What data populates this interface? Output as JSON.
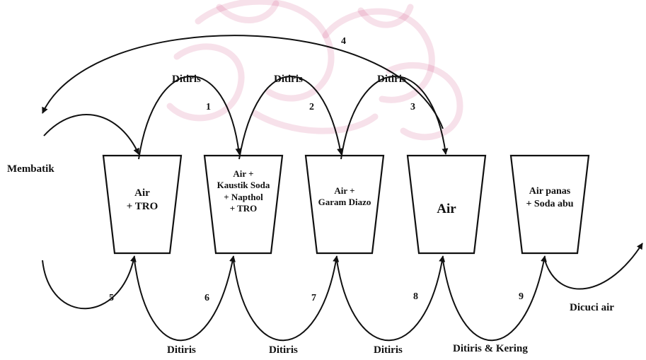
{
  "diagram": {
    "colors": {
      "line": "#111111",
      "watermark": "#c2185b"
    },
    "baths": [
      {
        "id": "bath-1",
        "lines": [
          "Air",
          "+ TRO"
        ]
      },
      {
        "id": "bath-2",
        "lines": [
          "Air +",
          "Kaustik Soda",
          "+ Napthol",
          "+ TRO"
        ]
      },
      {
        "id": "bath-3",
        "lines": [
          "Air +",
          "Garam Diazo"
        ]
      },
      {
        "id": "bath-4",
        "lines": [
          "Air"
        ]
      },
      {
        "id": "bath-5",
        "lines": [
          "Air panas",
          "+ Soda abu"
        ]
      }
    ],
    "step_numbers": [
      "1",
      "2",
      "3",
      "4",
      "5",
      "6",
      "7",
      "8",
      "9"
    ],
    "top_labels": [
      "Ditiris",
      "Ditiris",
      "Ditiris"
    ],
    "bottom_labels": [
      "Ditiris",
      "Ditiris",
      "Ditiris",
      "Ditiris & Kering"
    ],
    "start_label": "Membatik",
    "end_label": "Dicuci air"
  }
}
